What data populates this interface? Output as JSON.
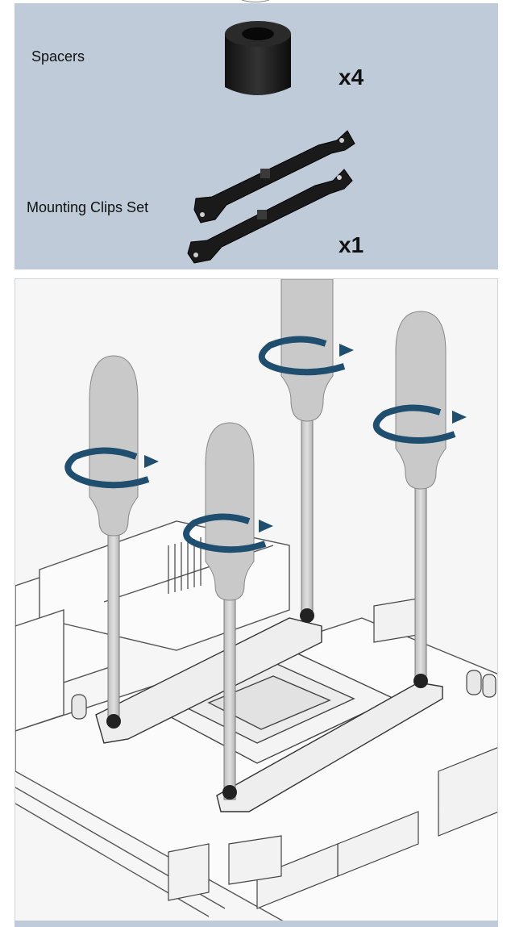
{
  "parts": {
    "spacers": {
      "label": "Spacers",
      "quantity": "x4"
    },
    "mounting_clips": {
      "label": "Mounting Clips Set",
      "quantity": "x1"
    }
  },
  "illustration": {
    "icons": [
      "screwdriver-icon",
      "rotation-arrow-icon",
      "motherboard-icon",
      "cpu-socket-icon",
      "mounting-clip-icon",
      "spacer-icon"
    ],
    "colors": {
      "panel": "#bfcbd9",
      "arrow": "#1f4e6e",
      "screwdriver": "#cfcfcf",
      "part": "#1b1b1b"
    }
  }
}
